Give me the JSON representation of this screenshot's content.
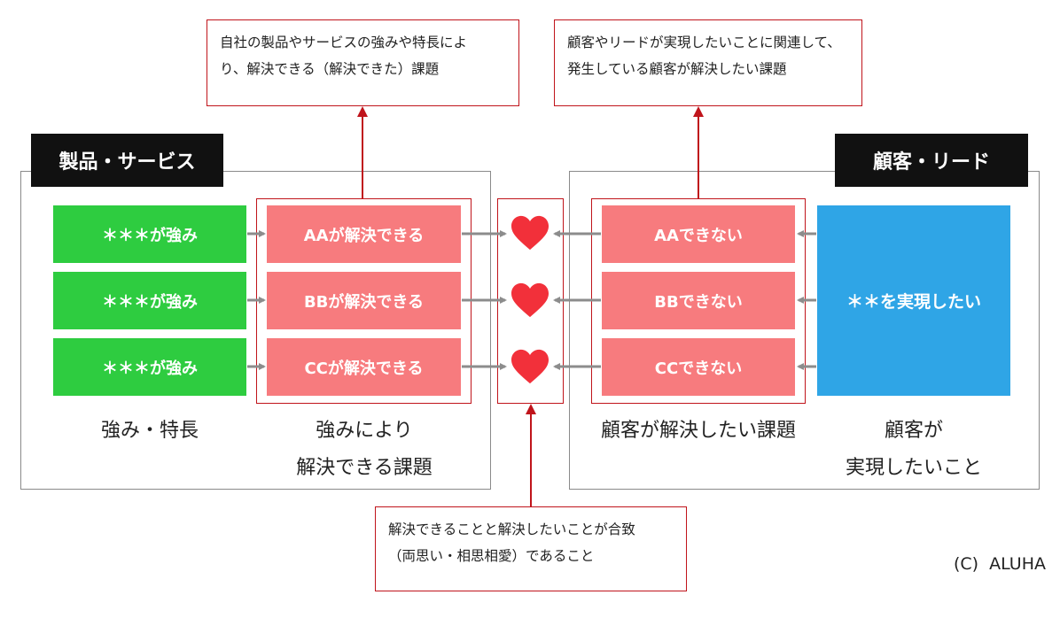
{
  "left_panel": {
    "title": "製品・サービス"
  },
  "right_panel": {
    "title": "顧客・リード"
  },
  "callout_top_left": {
    "line1": "自社の製品やサービスの強みや特長によ",
    "line2": "り、解決できる（解決できた）課題"
  },
  "callout_top_right": {
    "line1": "顧客やリードが実現したいことに関連して、",
    "line2": "発生している顧客が解決したい課題"
  },
  "callout_bottom": {
    "line1": "解決できることと解決したいことが合致",
    "line2": "（両思い・相思相愛）であること"
  },
  "strengths": [
    "＊＊＊が強み",
    "＊＊＊が強み",
    "＊＊＊が強み"
  ],
  "solvable": [
    "AAが解決できる",
    "BBが解決できる",
    "CCが解決できる"
  ],
  "problems": [
    "AAできない",
    "BBできない",
    "CCできない"
  ],
  "desire": "＊＊を実現したい",
  "captions": {
    "strengths": "強み・特長",
    "solvable_line1": "強みにより",
    "solvable_line2": "解決できる課題",
    "problems": "顧客が解決したい課題",
    "desire_line1": "顧客が",
    "desire_line2": "実現したいこと"
  },
  "copyright": "(C)  ALUHA",
  "colors": {
    "green": "#2ecc40",
    "pink": "#f77b7e",
    "blue": "#2fa5e6",
    "red_frame": "#c0141b",
    "heart": "#f2303a",
    "arrow_gray": "#8c8c8c"
  }
}
